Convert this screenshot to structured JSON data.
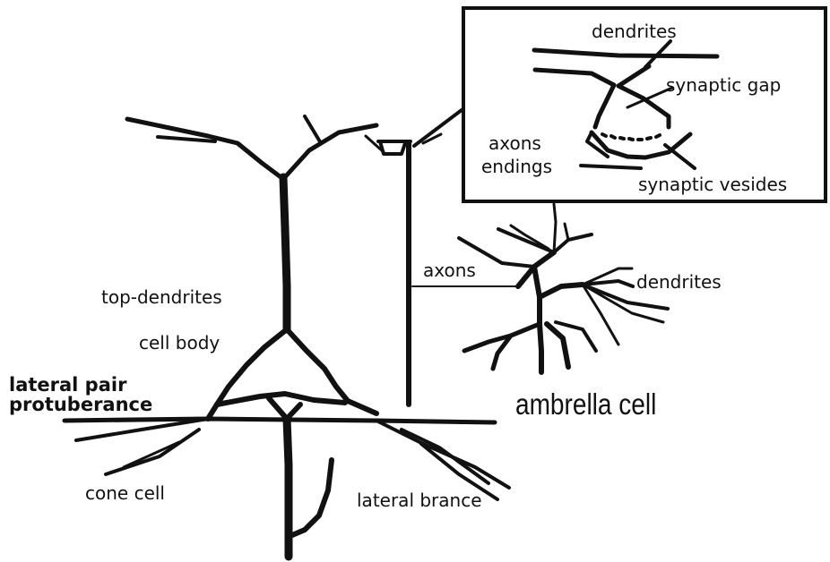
{
  "labels": {
    "inset_dendrites": "dendrites",
    "synaptic_gap": "synaptic gap",
    "axons_endings_1": "axons",
    "axons_endings_2": "endings",
    "synaptic_vesicles": "synaptic vesides",
    "axons": "axons",
    "dendrites": "dendrites",
    "ambrella_cell": "ambrella cell",
    "top_dendrites": "top-dendrites",
    "cell_body": "cell body",
    "lateral_pair_1": "lateral pair",
    "lateral_pair_2": "protuberance",
    "cone_cell": "cone cell",
    "lateral_brance": "lateral brance"
  },
  "colors": {
    "ink": "#111111",
    "background": "#ffffff"
  }
}
